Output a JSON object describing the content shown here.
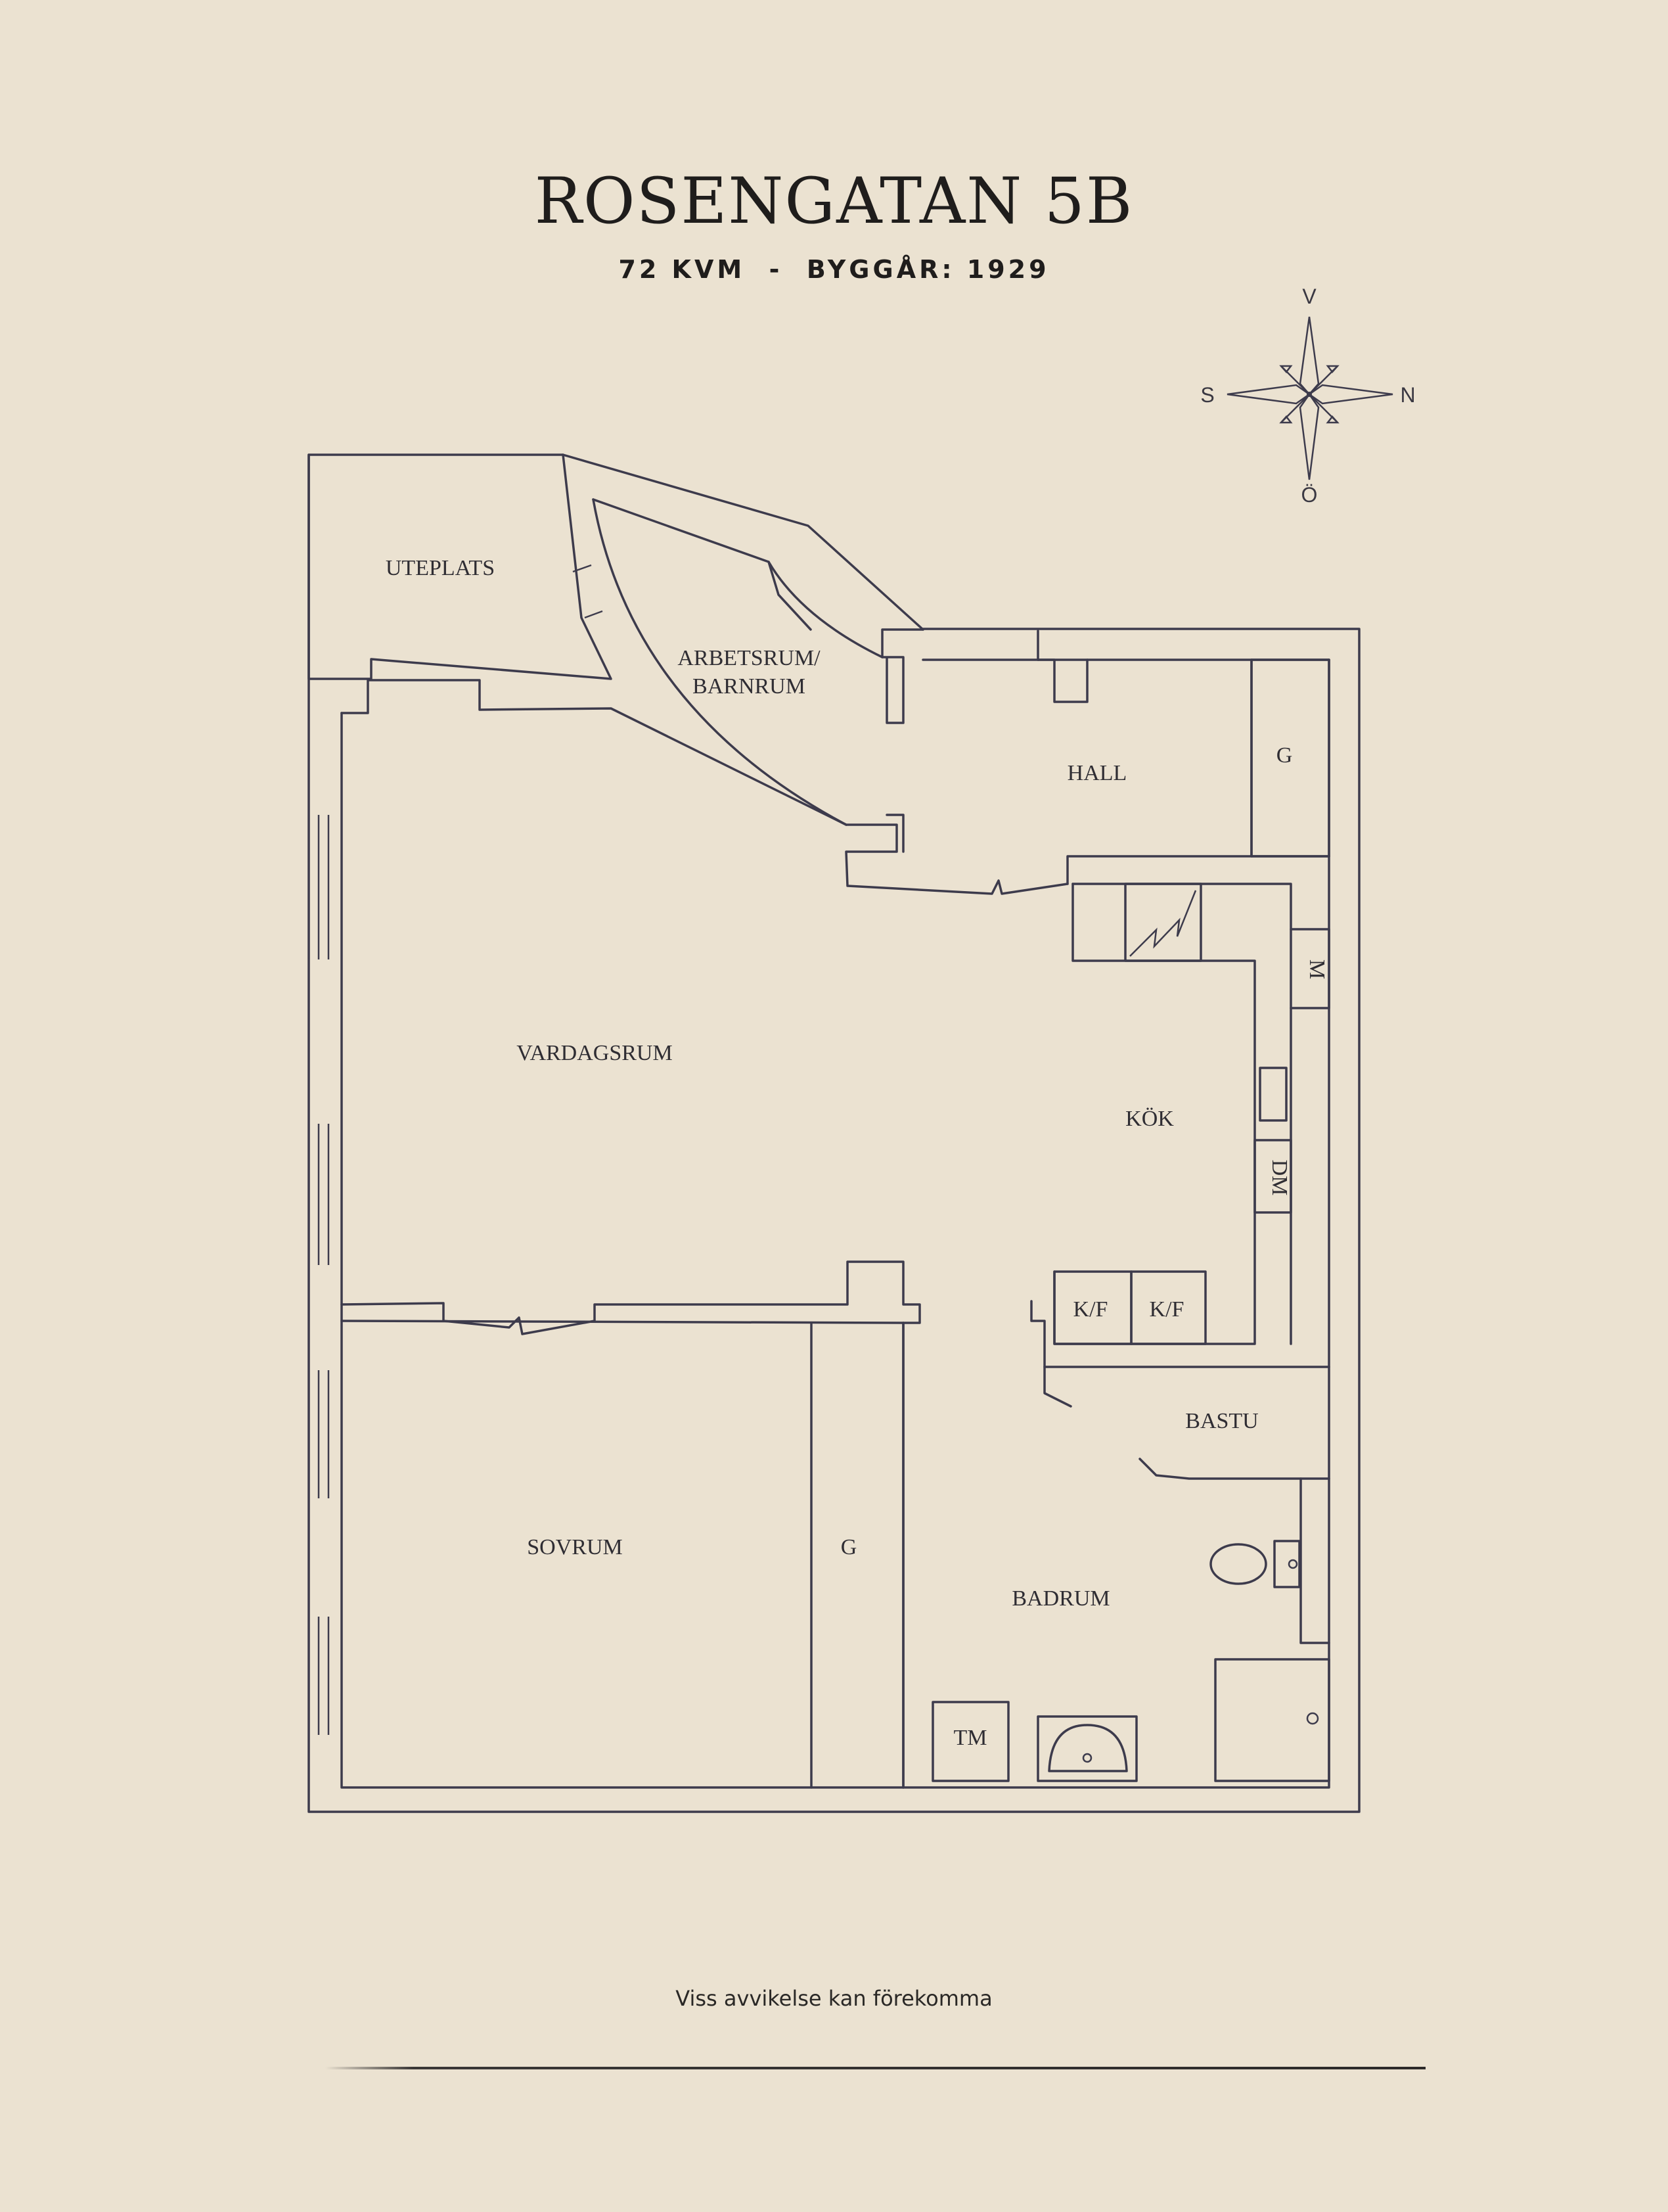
{
  "header": {
    "title": "ROSENGATAN 5B",
    "subtitle": "72 KVM  -  BYGGÅR: 1929"
  },
  "compass": {
    "north": "V",
    "east": "N",
    "south": "Ö",
    "west": "S"
  },
  "rooms": {
    "uteplats": "UTEPLATS",
    "arbetsrum_line1": "ARBETSRUM/",
    "arbetsrum_line2": "BARNRUM",
    "hall": "HALL",
    "hall_closet": "G",
    "vardagsrum": "VARDAGSRUM",
    "kok": "KÖK",
    "microwave": "M",
    "dishwasher": "DM",
    "fridge_1": "K/F",
    "fridge_2": "K/F",
    "bastu": "BASTU",
    "sovrum": "SOVRUM",
    "sovrum_closet": "G",
    "badrum": "BADRUM",
    "washer": "TM"
  },
  "footer": {
    "disclaimer": "Viss avvikelse kan förekomma"
  },
  "colors": {
    "background": "#ebe2d1",
    "ink": "#3d3b4c",
    "text": "#1f1d1c"
  }
}
